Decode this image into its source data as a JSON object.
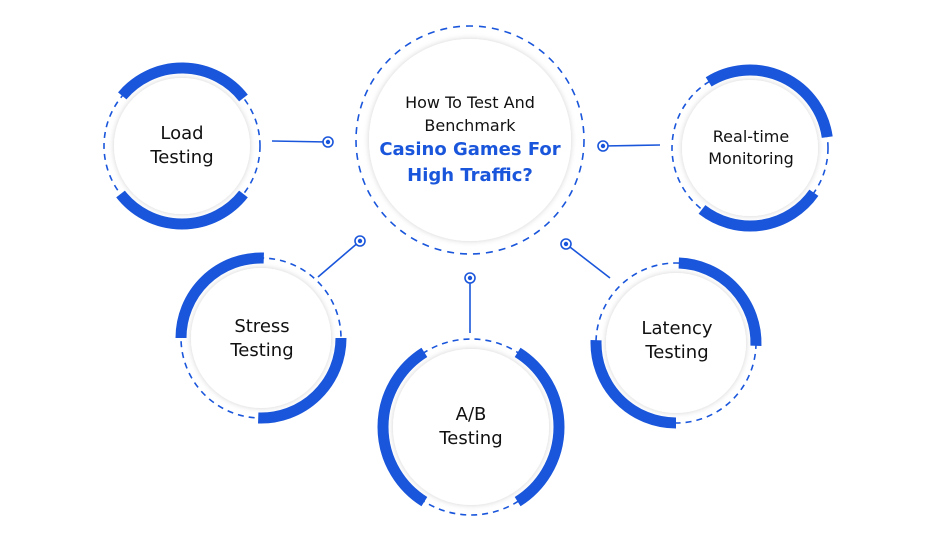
{
  "title": {
    "line1": "How To Test And",
    "line2": "Benchmark",
    "line3": "Casino Games For",
    "line4": "High Traffic?"
  },
  "nodes": {
    "load": {
      "line1": "Load",
      "line2": "Testing"
    },
    "realtime": {
      "line1": "Real-time",
      "line2": "Monitoring"
    },
    "stress": {
      "line1": "Stress",
      "line2": "Testing"
    },
    "ab": {
      "line1": "A/B",
      "line2": "Testing"
    },
    "latency": {
      "line1": "Latency",
      "line2": "Testing"
    }
  },
  "colors": {
    "accent": "#1a56db",
    "text": "#111111"
  }
}
